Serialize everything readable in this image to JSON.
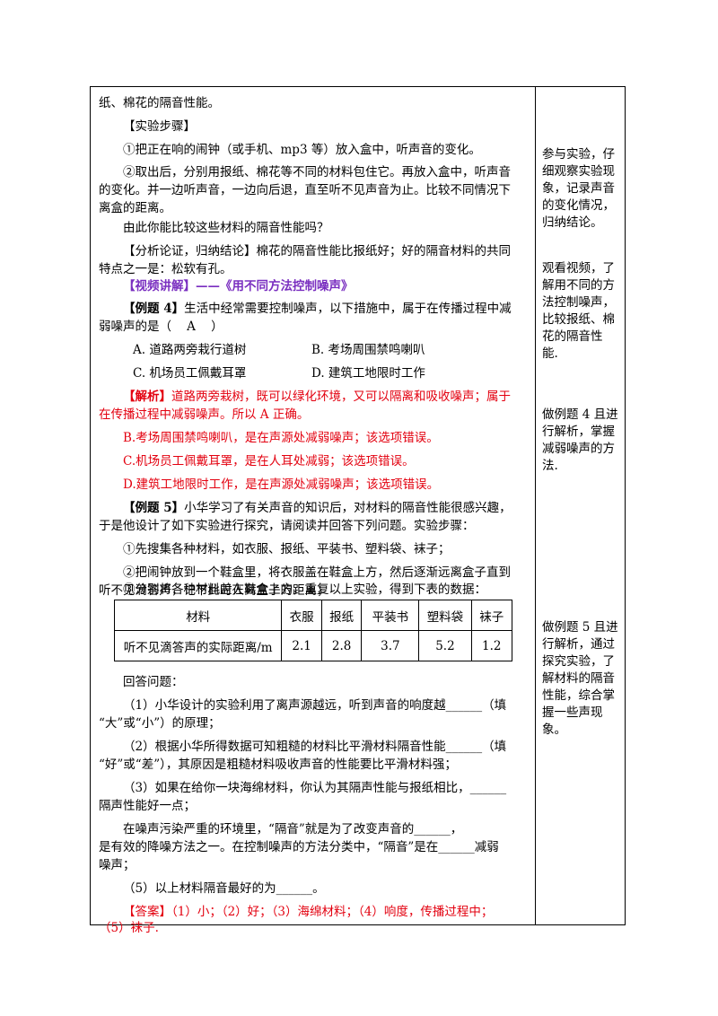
{
  "main": {
    "l1": "纸、棉花的隔音性能。",
    "l2": "【实验步骤】",
    "l3": "①把正在响的闹钟（或手机、mp3 等）放入盒中，听声音的变化。",
    "l4": "②取出后，分别用报纸、棉花等不同的材料包住它。再放入盒中，听声音",
    "l5": "的变化。并一边听声音，一边向后退，直至听不见声音为止。比较不同情况下",
    "l6": "离盒的距离。",
    "l7": "由此你能比较这些材料的隔音性能吗？",
    "l8": "【分析论证，归纳结论】棉花的隔音性能比报纸好；好的隔音材料的共同",
    "l9": "特点之一是：松软有孔。",
    "video": "【视频讲解】——《用不同方法控制噪声》",
    "ex4_tag": "【例题 4】",
    "ex4_l1": "生活中经常需要控制噪声，以下措施中，属于在传播过程中减",
    "ex4_l2": "弱噪声的是（    A    ）",
    "optA": "A. 道路两旁栽行道树",
    "optB": "B. 考场周围禁鸣喇叭",
    "optC": "C. 机场员工佩戴耳罩",
    "optD": "D. 建筑工地限时工作",
    "jx_tag": "【解析】",
    "jx_l1": "道路两旁栽树，既可以绿化环境，又可以隔离和吸收噪声；属于",
    "jx_l2": "在传播过程中减弱噪声。所以 A 正确。",
    "jxB": "B.考场周围禁鸣喇叭，是在声源处减弱噪声；该选项错误。",
    "jxC": "C.机场员工佩戴耳罩，是在人耳处减弱；该选项错误。",
    "jxD": "D.建筑工地限时工作，是在声源处减弱噪声；该选项错误。",
    "ex5_tag": "【例题 5】",
    "ex5_l1": "小华学习了有关声音的知识后，对材料的隔音性能很感兴趣，",
    "ex5_l2": "于是他设计了如下实验进行探究，请阅读并回答下列问题。实验步骤：",
    "s1": "①先搜集各种材料，如衣服、报纸、平装书、塑料袋、袜子；",
    "s2a": "②把闹钟放到一个鞋盒里，将衣服盖在鞋盒上方，然后逐渐远离盒子直到",
    "s2b": "听不见滴答声，记下此时人离盒子的距离；",
    "s3": "③分别将各种材料盖在鞋盒上方，重复以上实验，得到下表的数据：",
    "table": {
      "header": [
        "材料",
        "衣服",
        "报纸",
        "平装书",
        "塑料袋",
        "袜子"
      ],
      "row": [
        "听不见滴答声的实际距离/m",
        "2.1",
        "2.8",
        "3.7",
        "5.2",
        "1.2"
      ]
    },
    "q0": "回答问题：",
    "q1a": "（1）小华设计的实验利用了离声源越远，听到声音的响度越______（填",
    "q1b": "“大”或“小”）的原理；",
    "q2a": "（2）根据小华所得数据可知粗糙的材料比平滑材料隔音性能______（填",
    "q2b": "“好”或“差”），其原因是粗糙材料吸收声音的性能要比平滑材料强；",
    "q3a": "（3）如果在给你一块海绵材料，你认为其隔声性能与报纸相比，______",
    "q3b": "隔声性能好一点；",
    "q4a": "在噪声污染严重的环境里，“隔音”就是为了改变声音的______，",
    "q4b": "是有效的降噪方法之一。在控制噪声的方法分类中，“隔音”是在______减弱",
    "q4c": "噪声；",
    "q5": "（5）以上材料隔音最好的为______。",
    "ans_a": "【答案】（1）小；（2）好；（3）海绵材料；（4）响度，传播过程中；",
    "ans_b": "（5）袜子."
  },
  "side": {
    "n1": [
      "参与实验，仔",
      "细观察实验现",
      "象，记录声音",
      "的变化情况，",
      "归纳结论。"
    ],
    "n2": [
      "观看视频，了",
      "解用不同的方",
      "法控制噪声，",
      "比较报纸、棉",
      "花的隔音性",
      "能."
    ],
    "n3": [
      "做例题 4 且进",
      "行解析，掌握",
      "减弱噪声的方",
      "法."
    ],
    "n4": [
      "做例题 5 且进",
      "行解析，通过",
      "探究实验，了",
      "解材料的隔音",
      "性能，综合掌",
      "握一些声现",
      "象。"
    ]
  }
}
